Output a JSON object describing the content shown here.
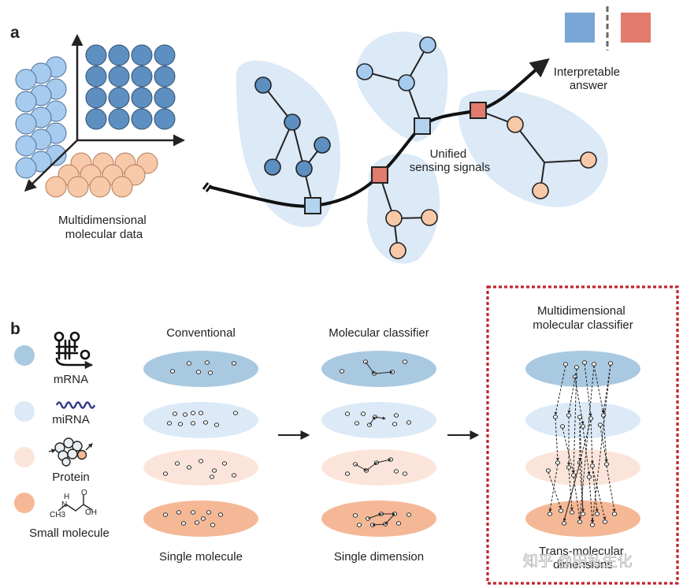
{
  "panel_a": {
    "letter": "a",
    "data_label": [
      "Multidimensional",
      "molecular data"
    ],
    "signal_label": [
      "Unified",
      "sensing signals"
    ],
    "answer_label": [
      "Interpretable",
      "answer"
    ]
  },
  "panel_b": {
    "letter": "b",
    "legend": [
      "mRNA",
      "miRNA",
      "Protein",
      "Small molecule"
    ],
    "molecule_text": {
      "n": "N",
      "h": "H",
      "ch3": "CH3",
      "oh": "OH",
      "o": "O"
    },
    "columns": [
      {
        "title": [
          "Conventional"
        ],
        "footer": [
          "Single molecule"
        ]
      },
      {
        "title": [
          "Molecular classifier"
        ],
        "footer": [
          "Single dimension"
        ]
      },
      {
        "title": [
          "Multidimensional",
          "molecular classifier"
        ],
        "footer": [
          "Trans-molecular",
          "dimensions"
        ]
      }
    ]
  },
  "watermark": "知乎 @田私生化",
  "colors": {
    "mrna": "#a9c9e1",
    "mirna": "#dce9f6",
    "protein": "#fbe5da",
    "small_molecule": "#f5b896",
    "cluster_bg": "#dce9f6",
    "node_dark_blue": "#5d8fc0",
    "node_light_blue": "#a6cbee",
    "node_peach": "#f8c9a8",
    "square_blue": "#b3d3ee",
    "square_red": "#e07b6e",
    "legend_blue": "#7aa6d6",
    "legend_red": "#e07b6e",
    "frame_red": "#c0262c"
  }
}
